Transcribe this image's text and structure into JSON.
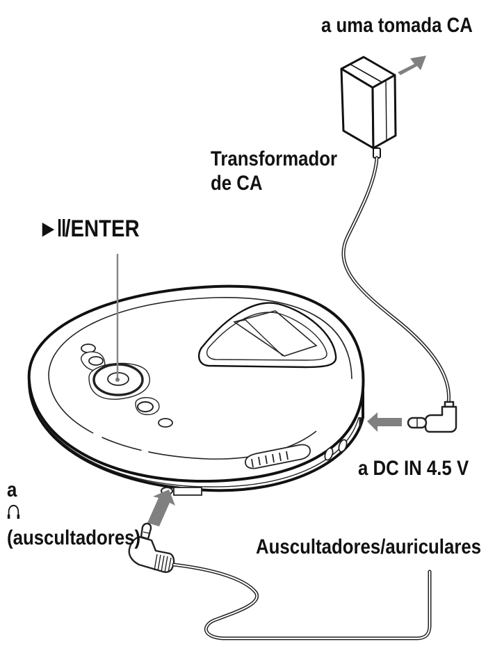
{
  "diagram": {
    "type": "connection-diagram",
    "subject": "Portable CD player with AC power adaptor and headphones",
    "labels": {
      "outlet": "a uma tomada CA",
      "adapter_line1": "Transformador",
      "adapter_line2": "de CA",
      "enter_glyph": "►‖",
      "enter_text": "/ENTER",
      "dc_in": "a DC IN 4.5 V",
      "phones_prefix": "a",
      "phones_text": "(auscultadores)",
      "earphones": "Auscultadores/auriculares"
    },
    "icons": {
      "headphones": "headphones-icon",
      "arrow_outlet": "arrow-to-outlet-icon",
      "arrow_dcin": "arrow-to-dcin-icon",
      "arrow_phones": "arrow-to-phones-jack-icon"
    },
    "colors": {
      "ink": "#111111",
      "arrow": "#808080",
      "leader_line": "#888888",
      "background": "#ffffff"
    },
    "components": [
      {
        "name": "AC adaptor",
        "connects_to": "wall outlet"
      },
      {
        "name": "DC plug",
        "connects_to": "DC IN 4.5 V jack"
      },
      {
        "name": "Headphone plug",
        "connects_to": "headphones jack"
      },
      {
        "name": "►‖/ENTER button",
        "location": "top of player"
      }
    ]
  }
}
